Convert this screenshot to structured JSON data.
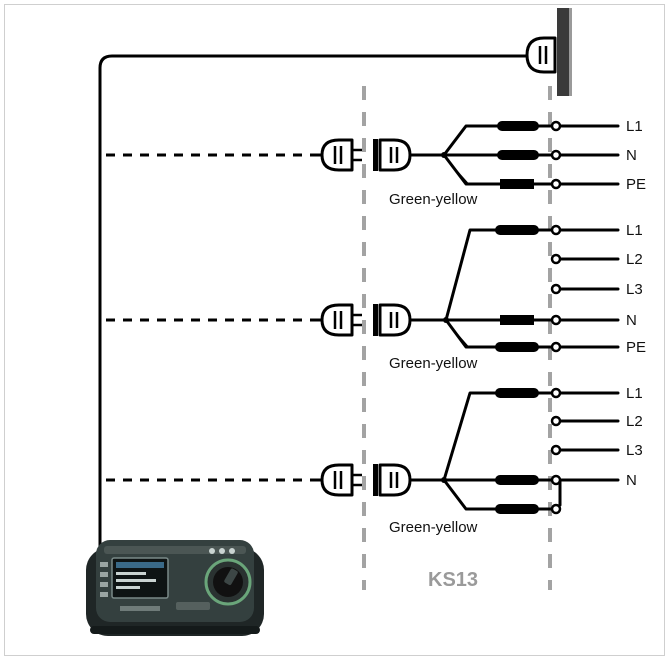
{
  "diagram": {
    "group1": {
      "labels": [
        "L1",
        "N",
        "PE"
      ],
      "note": "Green-yellow"
    },
    "group2": {
      "labels": [
        "L1",
        "L2",
        "L3",
        "N",
        "PE"
      ],
      "note": "Green-yellow"
    },
    "group3": {
      "labels": [
        "L1",
        "L2",
        "L3",
        "N"
      ],
      "note": "Green-yellow"
    },
    "adapter_label": "KS13",
    "colors": {
      "line": "#000000",
      "dashed_separator": "#a3a3a3",
      "device_body": "#2f3b3b",
      "device_accent": "#6aa57a"
    },
    "icons": [
      "wall-socket-icon",
      "plug-icon",
      "socket-icon",
      "tester-device-icon"
    ]
  }
}
